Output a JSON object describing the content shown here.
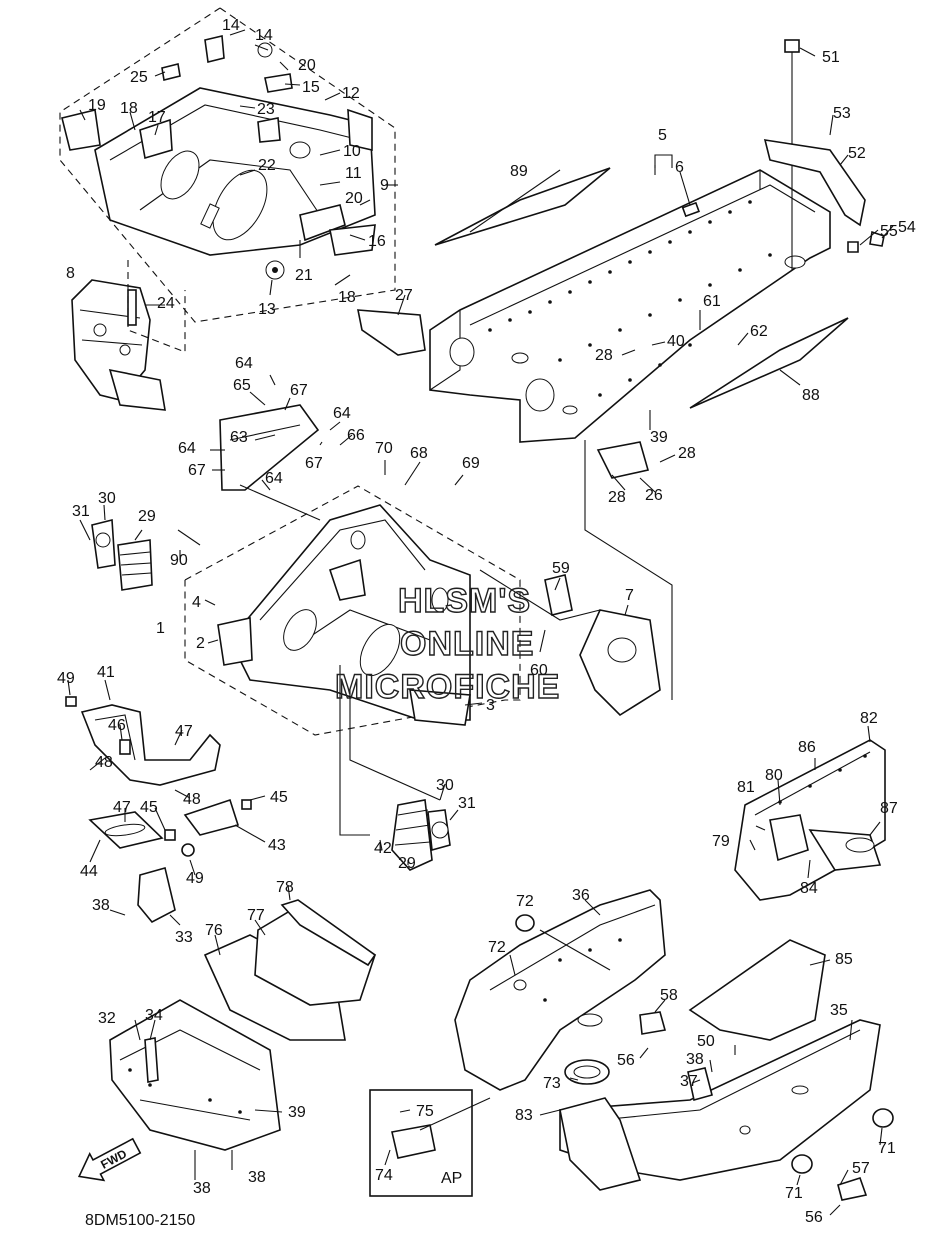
{
  "diagram_code": "8DM5100-2150",
  "watermark": [
    "HLSM'S",
    "ONLINE",
    "MICROFICHE"
  ],
  "fwd_label": "FWD",
  "ap_label": "AP",
  "callouts": [
    {
      "id": "c14a",
      "text": "14"
    },
    {
      "id": "c14b",
      "text": "14"
    },
    {
      "id": "c20a",
      "text": "20"
    },
    {
      "id": "c25",
      "text": "25"
    },
    {
      "id": "c15",
      "text": "15"
    },
    {
      "id": "c12",
      "text": "12"
    },
    {
      "id": "c23",
      "text": "23"
    },
    {
      "id": "c19",
      "text": "19"
    },
    {
      "id": "c18a",
      "text": "18"
    },
    {
      "id": "c17",
      "text": "17"
    },
    {
      "id": "c10",
      "text": "10"
    },
    {
      "id": "c22",
      "text": "22"
    },
    {
      "id": "c11",
      "text": "11"
    },
    {
      "id": "c9",
      "text": "9"
    },
    {
      "id": "c20b",
      "text": "20"
    },
    {
      "id": "c16",
      "text": "16"
    },
    {
      "id": "c21",
      "text": "21"
    },
    {
      "id": "c18b",
      "text": "18"
    },
    {
      "id": "c13",
      "text": "13"
    },
    {
      "id": "c8",
      "text": "8"
    },
    {
      "id": "c24",
      "text": "24"
    },
    {
      "id": "c27",
      "text": "27"
    },
    {
      "id": "c51",
      "text": "51"
    },
    {
      "id": "c53",
      "text": "53"
    },
    {
      "id": "c52",
      "text": "52"
    },
    {
      "id": "c5",
      "text": "5"
    },
    {
      "id": "c6",
      "text": "6"
    },
    {
      "id": "c89",
      "text": "89"
    },
    {
      "id": "c55",
      "text": "55"
    },
    {
      "id": "c54",
      "text": "54"
    },
    {
      "id": "c61",
      "text": "61"
    },
    {
      "id": "c40",
      "text": "40"
    },
    {
      "id": "c62",
      "text": "62"
    },
    {
      "id": "c28a",
      "text": "28"
    },
    {
      "id": "c88",
      "text": "88"
    },
    {
      "id": "c39a",
      "text": "39"
    },
    {
      "id": "c28b",
      "text": "28"
    },
    {
      "id": "c28c",
      "text": "28"
    },
    {
      "id": "c26",
      "text": "26"
    },
    {
      "id": "c64a",
      "text": "64"
    },
    {
      "id": "c65",
      "text": "65"
    },
    {
      "id": "c67a",
      "text": "67"
    },
    {
      "id": "c64b",
      "text": "64"
    },
    {
      "id": "c63",
      "text": "63"
    },
    {
      "id": "c66",
      "text": "66"
    },
    {
      "id": "c64c",
      "text": "64"
    },
    {
      "id": "c67b",
      "text": "67"
    },
    {
      "id": "c67c",
      "text": "67"
    },
    {
      "id": "c70",
      "text": "70"
    },
    {
      "id": "c68",
      "text": "68"
    },
    {
      "id": "c69",
      "text": "69"
    },
    {
      "id": "c64d",
      "text": "64"
    },
    {
      "id": "c31a",
      "text": "31"
    },
    {
      "id": "c30a",
      "text": "30"
    },
    {
      "id": "c29a",
      "text": "29"
    },
    {
      "id": "c90",
      "text": "90"
    },
    {
      "id": "c59",
      "text": "59"
    },
    {
      "id": "c7",
      "text": "7"
    },
    {
      "id": "c4",
      "text": "4"
    },
    {
      "id": "c1",
      "text": "1"
    },
    {
      "id": "c2",
      "text": "2"
    },
    {
      "id": "c60",
      "text": "60"
    },
    {
      "id": "c3",
      "text": "3"
    },
    {
      "id": "c49a",
      "text": "49"
    },
    {
      "id": "c41",
      "text": "41"
    },
    {
      "id": "c46",
      "text": "46"
    },
    {
      "id": "c47a",
      "text": "47"
    },
    {
      "id": "c48a",
      "text": "48"
    },
    {
      "id": "c48b",
      "text": "48"
    },
    {
      "id": "c47b",
      "text": "47"
    },
    {
      "id": "c45a",
      "text": "45"
    },
    {
      "id": "c45b",
      "text": "45"
    },
    {
      "id": "c43",
      "text": "43"
    },
    {
      "id": "c44",
      "text": "44"
    },
    {
      "id": "c49b",
      "text": "49"
    },
    {
      "id": "c30b",
      "text": "30"
    },
    {
      "id": "c31b",
      "text": "31"
    },
    {
      "id": "c42",
      "text": "42"
    },
    {
      "id": "c29b",
      "text": "29"
    },
    {
      "id": "c38a",
      "text": "38"
    },
    {
      "id": "c33",
      "text": "33"
    },
    {
      "id": "c78",
      "text": "78"
    },
    {
      "id": "c77",
      "text": "77"
    },
    {
      "id": "c76",
      "text": "76"
    },
    {
      "id": "c82",
      "text": "82"
    },
    {
      "id": "c86",
      "text": "86"
    },
    {
      "id": "c80",
      "text": "80"
    },
    {
      "id": "c81",
      "text": "81"
    },
    {
      "id": "c87",
      "text": "87"
    },
    {
      "id": "c79",
      "text": "79"
    },
    {
      "id": "c84",
      "text": "84"
    },
    {
      "id": "c72a",
      "text": "72"
    },
    {
      "id": "c36",
      "text": "36"
    },
    {
      "id": "c72b",
      "text": "72"
    },
    {
      "id": "c85",
      "text": "85"
    },
    {
      "id": "c58",
      "text": "58"
    },
    {
      "id": "c56a",
      "text": "56"
    },
    {
      "id": "c35",
      "text": "35"
    },
    {
      "id": "c50",
      "text": "50"
    },
    {
      "id": "c38b",
      "text": "38"
    },
    {
      "id": "c37",
      "text": "37"
    },
    {
      "id": "c73",
      "text": "73"
    },
    {
      "id": "c83",
      "text": "83"
    },
    {
      "id": "c32",
      "text": "32"
    },
    {
      "id": "c34",
      "text": "34"
    },
    {
      "id": "c39b",
      "text": "39"
    },
    {
      "id": "c75",
      "text": "75"
    },
    {
      "id": "c74",
      "text": "74"
    },
    {
      "id": "c38c",
      "text": "38"
    },
    {
      "id": "c38d",
      "text": "38"
    },
    {
      "id": "c71a",
      "text": "71"
    },
    {
      "id": "c71b",
      "text": "71"
    },
    {
      "id": "c57",
      "text": "57"
    },
    {
      "id": "c56b",
      "text": "56"
    }
  ]
}
